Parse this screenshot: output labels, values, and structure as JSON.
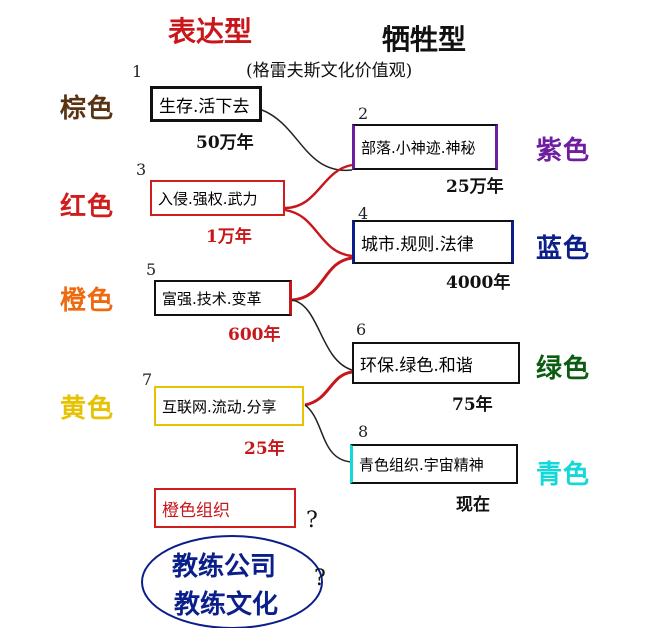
{
  "header": {
    "left_title": "表达型",
    "right_title": "牺牲型",
    "right_subtitle": "(格雷夫斯文化价值观)"
  },
  "colors": {
    "brown": "#5a3412",
    "red": "#d11d1d",
    "orange": "#ef6a0e",
    "yellow": "#e6c200",
    "purple": "#6e1fa0",
    "blue": "#0a1f8a",
    "green": "#0c5c12",
    "cyan": "#13d8d8",
    "line_red": "#c8161a",
    "ink": "#111111"
  },
  "labels": {
    "brown": "棕色",
    "red": "红色",
    "orange": "橙色",
    "yellow": "黄色",
    "purple": "紫色",
    "blue": "蓝色",
    "green": "绿色",
    "cyan": "青色"
  },
  "stages": [
    {
      "num": "1",
      "text": "生存.活下去",
      "years": "50万年",
      "side": "left",
      "color": "brown"
    },
    {
      "num": "2",
      "text": "部落.小神迹.神秘",
      "years": "25万年",
      "side": "right",
      "color": "purple"
    },
    {
      "num": "3",
      "text": "入侵.强权.武力",
      "years": "1万年",
      "side": "left",
      "color": "red"
    },
    {
      "num": "4",
      "text": "城市.规则.法律",
      "years": "4000年",
      "side": "right",
      "color": "blue"
    },
    {
      "num": "5",
      "text": "富强.技术.变革",
      "years": "600年",
      "side": "left",
      "color": "orange"
    },
    {
      "num": "6",
      "text": "环保.绿色.和谐",
      "years": "75年",
      "side": "right",
      "color": "green"
    },
    {
      "num": "7",
      "text": "互联网.流动.分享",
      "years": "25年",
      "side": "left",
      "color": "yellow"
    },
    {
      "num": "8",
      "text": "青色组织.宇宙精神",
      "years": "现在",
      "side": "right",
      "color": "cyan"
    }
  ],
  "future": {
    "text": "橙色组织",
    "oval_line1": "教练公司",
    "oval_line2": "教练文化",
    "question1": "?",
    "question2": "?"
  }
}
